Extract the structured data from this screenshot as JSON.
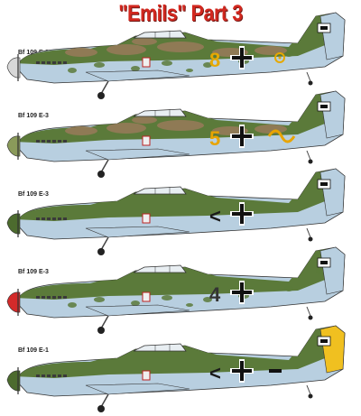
{
  "title": "\"Emils\" Part 3",
  "planes": [
    {
      "label": "Bf 109 E-3",
      "code": "8",
      "code_color": "#e6a800",
      "tail_symbol": "circle-dot",
      "scheme": "mottled-brown-green",
      "spinner": "#d8d8d8",
      "rudder": "#b8cfe0"
    },
    {
      "label": "Bf 109 E-3",
      "code": "5",
      "code_color": "#e8a400",
      "tail_symbol": "wave",
      "scheme": "brown-green-splinter",
      "spinner": "#8a9a5a",
      "rudder": "#b8cfe0"
    },
    {
      "label": "Bf 109 E-3",
      "code": "<",
      "code_color": "#1a1a1a",
      "tail_symbol": "none",
      "scheme": "green-uppers",
      "spinner": "#4c6b2e",
      "rudder": "#b8cfe0"
    },
    {
      "label": "Bf 109 E-3",
      "code": "4",
      "code_color": "#333333",
      "tail_symbol": "none",
      "scheme": "mottled-green",
      "spinner": "#d32a2a",
      "rudder": "#b8cfe0"
    },
    {
      "label": "Bf 109 E-1",
      "code": "<",
      "code_color": "#1a1a1a",
      "tail_symbol": "bar",
      "scheme": "green-uppers",
      "spinner": "#4c6b2e",
      "rudder": "#f0c020"
    }
  ],
  "colors": {
    "title": "#d2281f",
    "underside": "#b8cfe0",
    "upper_green": "#5b7a3a",
    "upper_brown": "#8f7a55",
    "cross": "#111111",
    "outline": "#333333"
  }
}
